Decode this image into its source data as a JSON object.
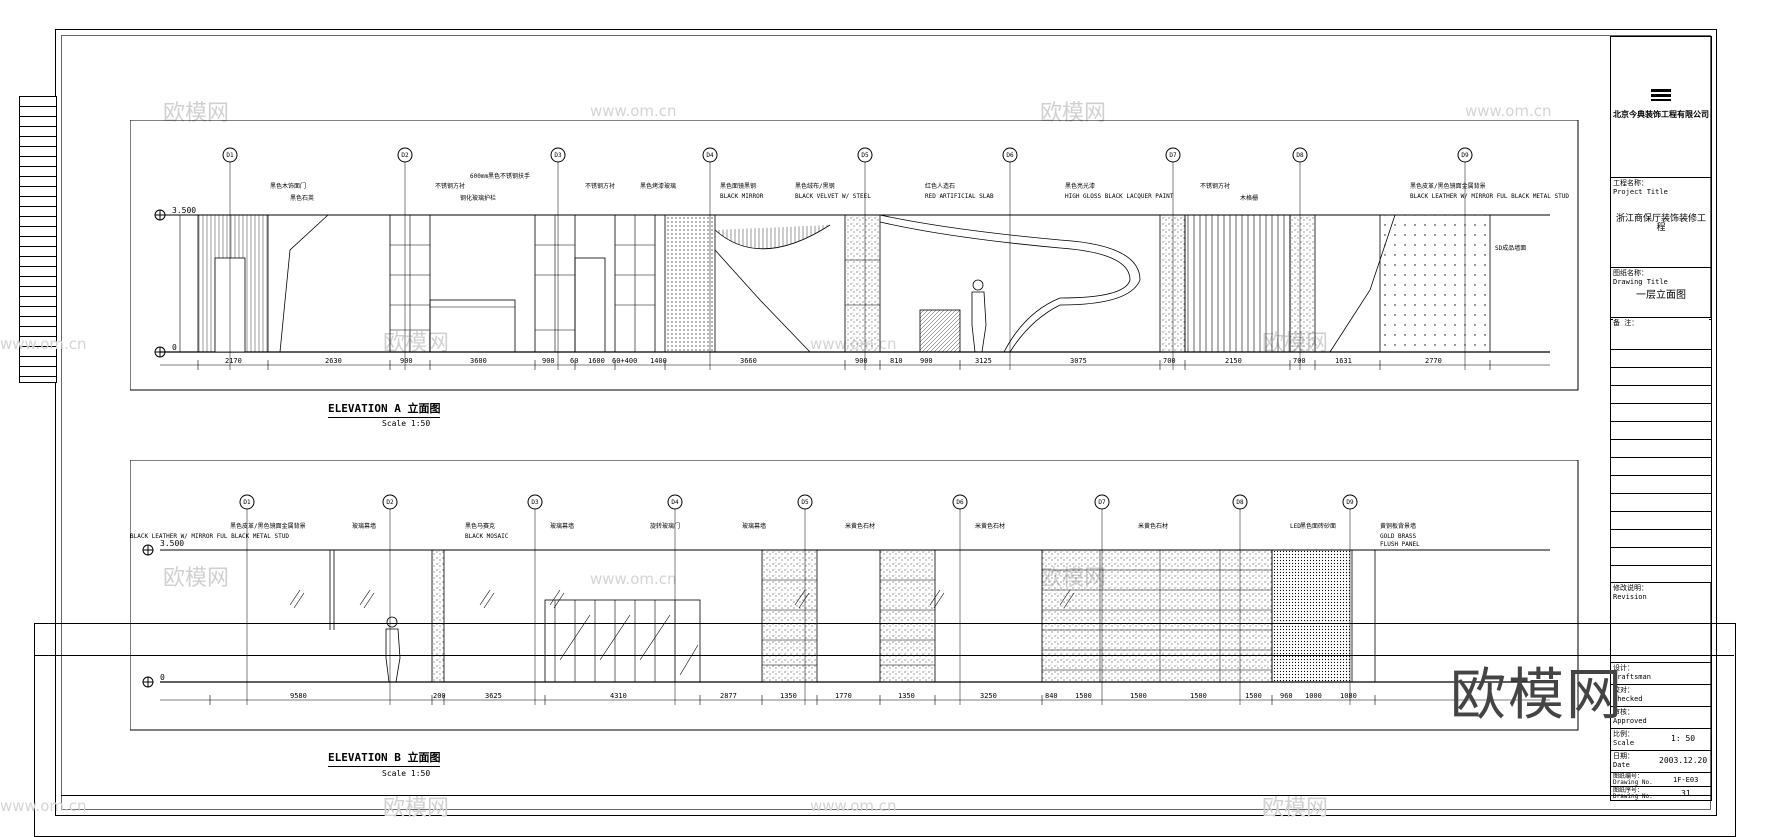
{
  "watermark": {
    "logo_text": "欧模网",
    "url_text": "www.om.cn",
    "big_text": "欧模网"
  },
  "title_block": {
    "company": "北京今典装饰工程有限公司",
    "project_label": "工程名称：",
    "project_label_en": "Project Title",
    "project_name": "浙江商保厅装饰装修工程",
    "drawing_label": "图纸名称：",
    "drawing_label_en": "Drawing Title",
    "drawing_name": "一层立面图",
    "remark_label": "备 注：",
    "revision_label": "修改说明：",
    "revision_label_en": "Revision",
    "design_label": "设计：",
    "design_label_en": "Draftsman",
    "checked_label": "校对：",
    "checked_label_en": "Checked",
    "approved_label": "审核：",
    "approved_label_en": "Approved",
    "scale_label": "比例：",
    "scale_label_en": "Scale",
    "scale_value": "1: 50",
    "date_label": "日期：",
    "date_label_en": "Date",
    "date_value": "2003.12.20",
    "drawing_no_label": "图纸编号：",
    "drawing_no_label_en": "Drawing No.",
    "drawing_no_value": "1F-E03",
    "sheet_no_label": "图纸序号：",
    "sheet_no_label_en": "Drawing No.",
    "sheet_no_value": "31"
  },
  "elevation_a": {
    "title": "ELEVATION  A 立面图",
    "scale": "Scale    1:50",
    "level_top": "3.500",
    "level_bottom": "0",
    "markers": [
      "D1",
      "D2",
      "D3",
      "D4",
      "D5",
      "D6",
      "D7",
      "D8",
      "D9"
    ],
    "dimensions": [
      "2170",
      "2630",
      "900",
      "3600",
      "900",
      "60",
      "1600",
      "60+400",
      "1400",
      "3660",
      "900",
      "810",
      "900",
      "3125",
      "3075",
      "700",
      "2150",
      "700",
      "1631",
      "2770"
    ],
    "notes": [
      "黑色木饰面门",
      "黑色石英",
      "不锈钢方衬",
      "钢化玻璃护栏",
      "600mm黑色不锈钢扶手",
      "不锈钢方衬",
      "黑色烤漆玻璃",
      "黑色面镜黑钢",
      "BLACK MIRROR",
      "黑色绒布/黑钢",
      "BLACK VELVET W/ STEEL",
      "红色人造石",
      "RED ARTIFICIAL SLAB",
      "黑色亮光漆",
      "HIGH GLOSS BLACK LACQUER PAINT",
      "不锈钢方衬",
      "木格栅",
      "黑色皮革/黑色镜面金属背景",
      "BLACK LEATHER W/ MIRROR FUL BLACK METAL STUD",
      "SD成品墙面"
    ]
  },
  "elevation_b": {
    "title": "ELEVATION  B 立面图",
    "scale": "Scale    1:50",
    "level_top": "3.500",
    "level_bottom": "0",
    "markers": [
      "D1",
      "D2",
      "D3",
      "D4",
      "D5",
      "D6",
      "D7",
      "D8",
      "D9"
    ],
    "dimensions": [
      "9580",
      "200",
      "3625",
      "4310",
      "2877",
      "1350",
      "1770",
      "1350",
      "3250",
      "840",
      "1500",
      "1500",
      "1500",
      "1500",
      "960",
      "1000",
      "1080"
    ],
    "notes": [
      "黑色皮革/黑色镜面金属背景",
      "BLACK LEATHER W/ MIRROR FUL BLACK METAL STUD",
      "玻璃幕墙",
      "黑色马赛克",
      "BLACK MOSAIC",
      "玻璃幕墙",
      "旋转玻璃门",
      "玻璃幕墙",
      "米黄色石材",
      "米黄色石材",
      "米黄色石材",
      "LED",
      "黑色面砖砂面",
      "黄铜板背景墙",
      "GOLD BRASS",
      "FLUSH PANEL"
    ]
  }
}
